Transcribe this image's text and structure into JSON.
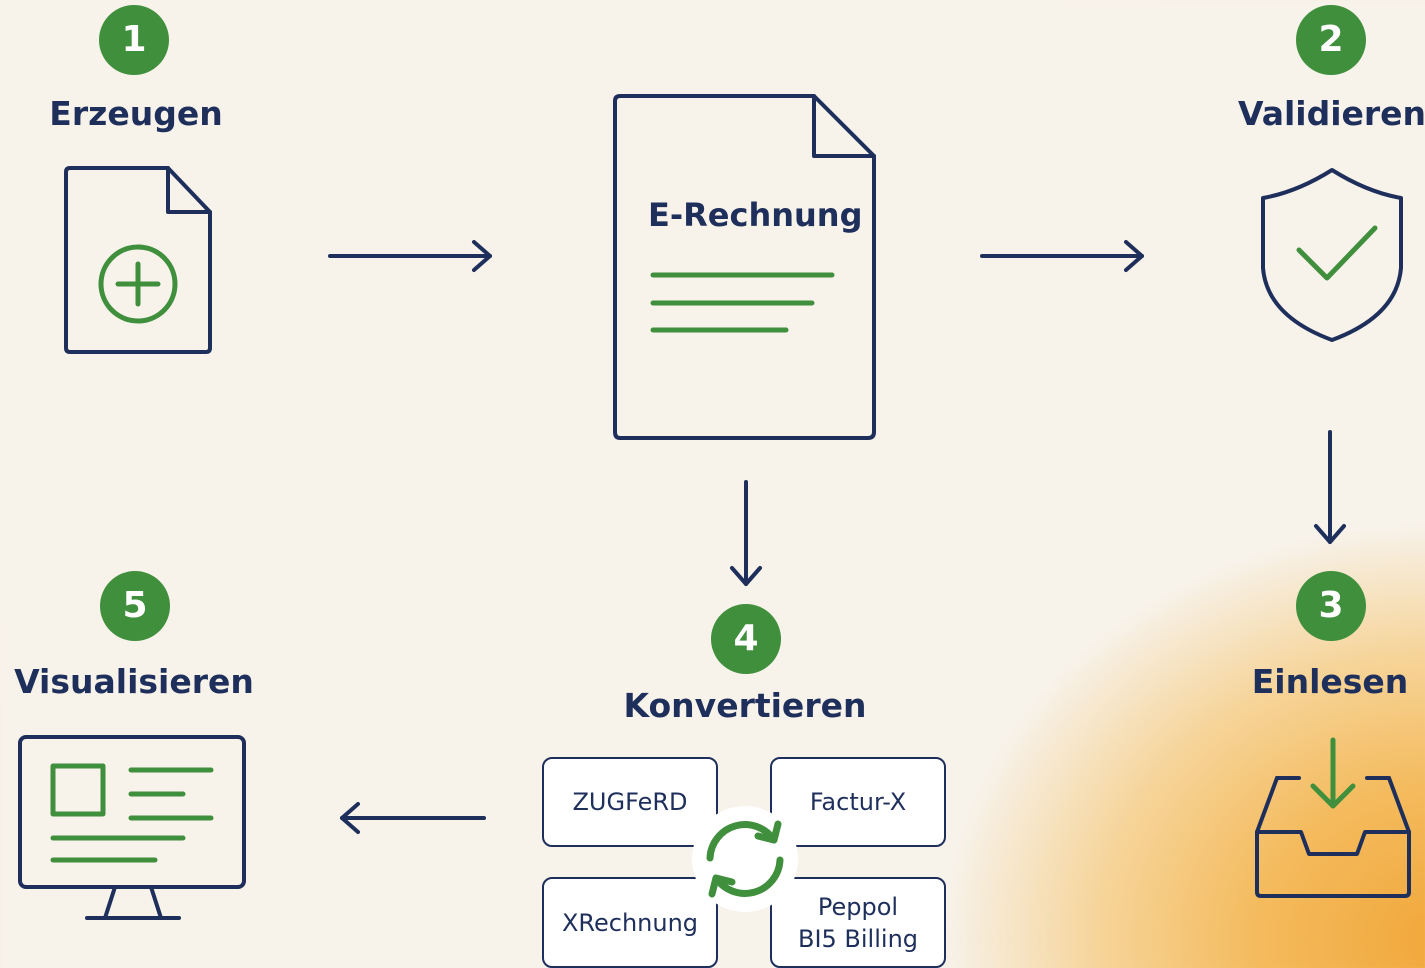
{
  "steps": {
    "erzeugen": {
      "number": "1",
      "label": "Erzeugen"
    },
    "validieren": {
      "number": "2",
      "label": "Validieren"
    },
    "einlesen": {
      "number": "3",
      "label": "Einlesen"
    },
    "konvertieren": {
      "number": "4",
      "label": "Konvertieren"
    },
    "visualisieren": {
      "number": "5",
      "label": "Visualisieren"
    }
  },
  "document": {
    "title": "E-Rechnung"
  },
  "formats": [
    {
      "label": "ZUGFeRD"
    },
    {
      "label": "Factur-X"
    },
    {
      "label": "XRechnung"
    },
    {
      "label": "Peppol\nBI5 Billing"
    }
  ],
  "colors": {
    "navy": "#1e2f5c",
    "green": "#3f8f3c",
    "background": "#f7f2ea",
    "accent_orange": "#f1a73a"
  },
  "icons": {
    "create": "document-plus-icon",
    "validate": "shield-check-icon",
    "import": "inbox-download-icon",
    "convert": "refresh-cycle-icon",
    "visualize": "monitor-icon"
  }
}
